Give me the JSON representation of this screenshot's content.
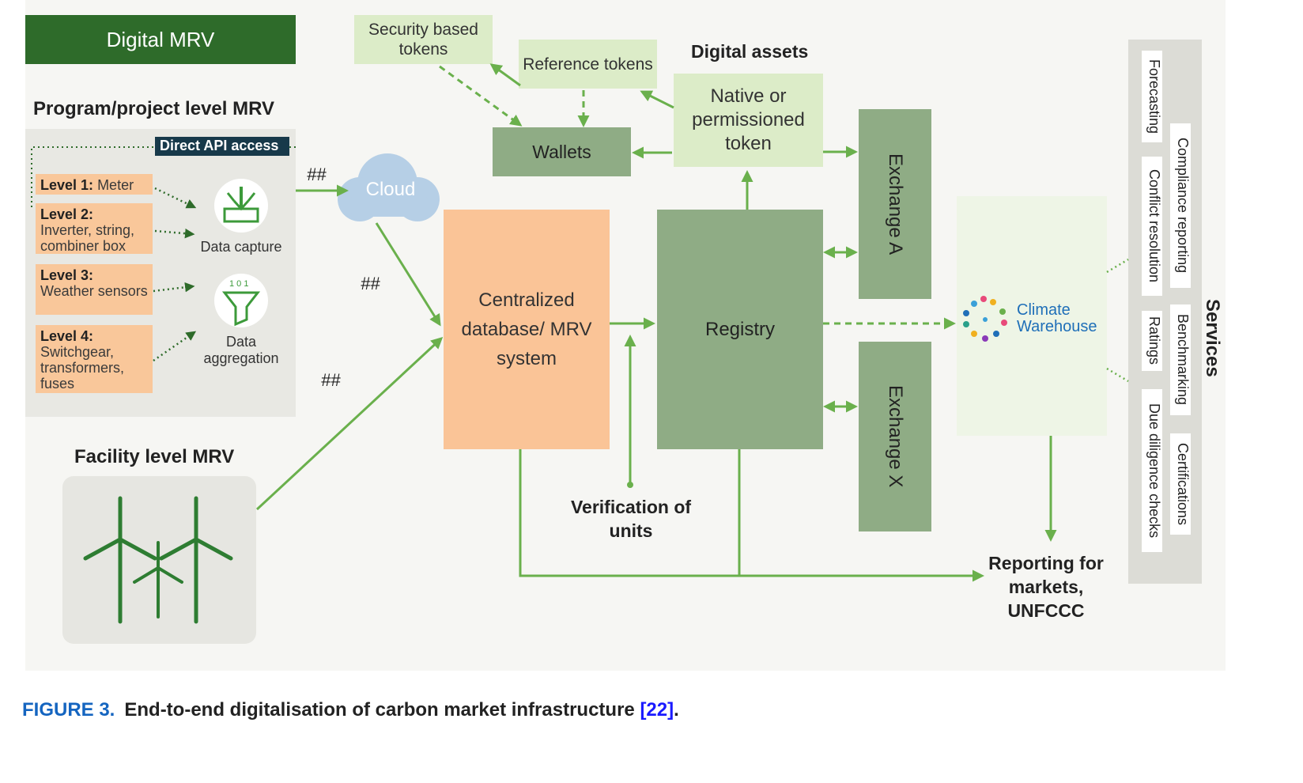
{
  "header": {
    "digital_mrv": "Digital MRV"
  },
  "program_level": {
    "title": "Program/project level MRV",
    "api_access": "Direct API access",
    "levels": [
      {
        "label": "Level 1:",
        "text": "Meter"
      },
      {
        "label": "Level 2:",
        "text": "Inverter, string, combiner box"
      },
      {
        "label": "Level 3:",
        "text": "Weather sensors"
      },
      {
        "label": "Level 4:",
        "text": "Switchgear, transformers, fuses"
      }
    ],
    "data_capture": "Data capture",
    "data_aggregation": "Data aggregation"
  },
  "facility": {
    "title": "Facility level MRV"
  },
  "cloud": {
    "label": "Cloud"
  },
  "hash_marks": [
    "##",
    "##",
    "##"
  ],
  "tokens": {
    "security": "Security based tokens",
    "reference": "Reference tokens",
    "digital_assets": "Digital assets",
    "native": "Native or permissioned token",
    "wallets": "Wallets"
  },
  "central_db": "Centralized database/ MRV system",
  "registry": "Registry",
  "exchange_a": "Exchange A",
  "exchange_x": "Exchange X",
  "verification": "Verification of units",
  "climate_warehouse": "Climate Warehouse",
  "reporting": "Reporting for markets, UNFCCC",
  "services": {
    "title": "Services",
    "col1": [
      "Forecasting",
      "Conflict resolution",
      "Ratings",
      "Due diligence checks"
    ],
    "col2": [
      "Compliance reporting",
      "Benchmarking",
      "Certifications"
    ]
  },
  "caption": {
    "figure": "FIGURE 3.",
    "text": "End-to-end digitalisation of carbon market infrastructure",
    "ref": "[22]",
    "period": "."
  },
  "colors": {
    "dark_green": "#2e6b2a",
    "arrow_green": "#6ab04c",
    "peach": "#fac497",
    "mid_green": "#8fac85",
    "light_green": "#dcecc8"
  }
}
